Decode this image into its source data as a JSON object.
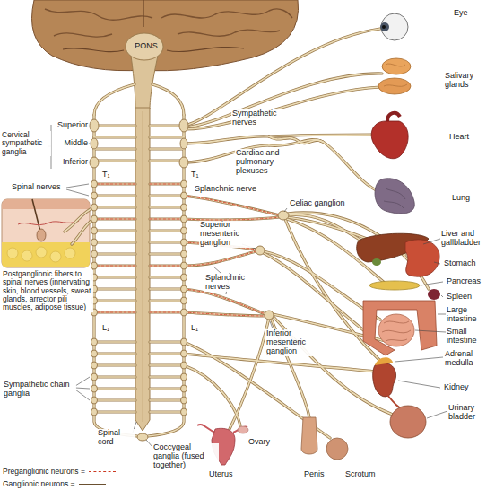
{
  "diagram": {
    "labels": [
      "PONS",
      "Eye",
      "Salivary glands",
      "Heart",
      "Lung",
      "Superior",
      "Middle",
      "Inferior",
      "Cervical sympathetic ganglia",
      "T₁",
      "T₁",
      "Spinal nerves",
      "Sympathetic nerves",
      "Cardiac and pulmonary plexuses",
      "Splanchnic nerve",
      "Celiac ganglion",
      "Superior mesenteric ganglion",
      "Liver and gallbladder",
      "Stomach",
      "Pancreas",
      "Spleen",
      "Large intestine",
      "Small intestine",
      "Splanchnic nerves",
      "Inferior mesenteric ganglion",
      "Adrenal medulla",
      "Kidney",
      "Postganglionic fibers to spinal nerves (innervating skin, blood vessels, sweat glands, arrector pili muscles, adipose tissue)",
      "L₁",
      "L₁",
      "Sympathetic chain ganglia",
      "Spinal cord",
      "Coccygeal ganglia (fused together)",
      "Uterus",
      "Ovary",
      "Penis",
      "Scrotum",
      "Urinary bladder"
    ],
    "legend": [
      {
        "text": "Preganglionic neurons ="
      },
      {
        "text": "Ganglionic neurons ="
      }
    ]
  }
}
